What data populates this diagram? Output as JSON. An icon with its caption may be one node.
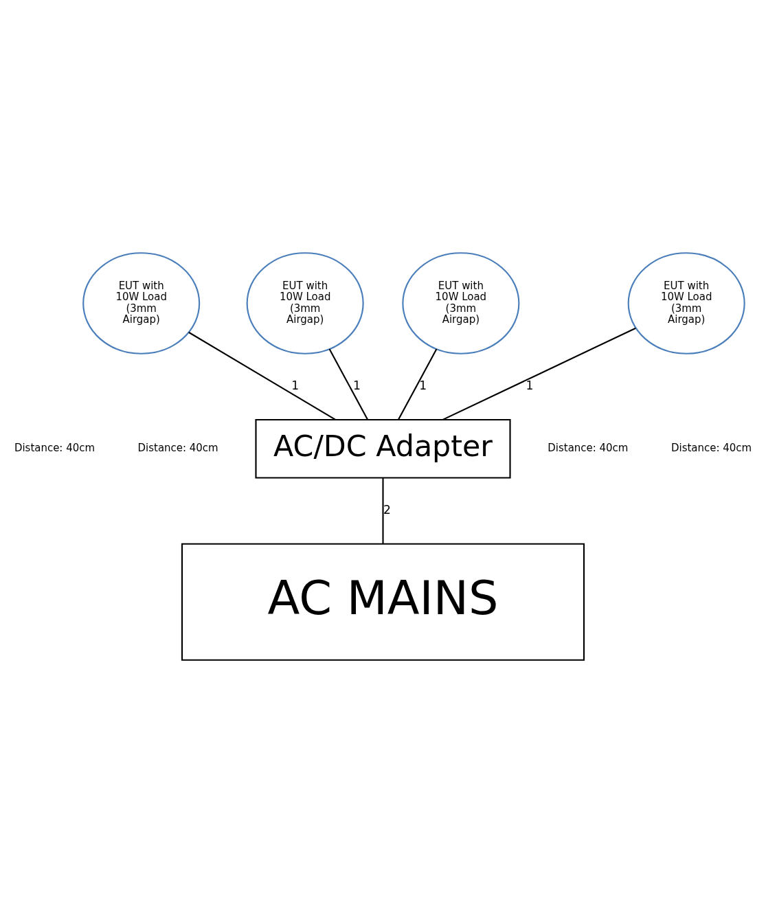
{
  "diagram": {
    "nodes": [
      {
        "text": [
          "EUT with 10W Load (3mm Airgap)"
        ]
      },
      {
        "text": [
          "EUT with 10W Load (3mm Airgap)"
        ]
      },
      {
        "text": [
          "EUT with 10W Load (3mm Airgap)"
        ]
      },
      {
        "text": [
          "EUT with 10W Load (3mm Airgap)"
        ]
      },
      {
        "text": [
          "AC/DC Adapter"
        ]
      },
      {
        "text": [
          "AC MAINS"
        ]
      }
    ],
    "edges": [
      {
        "from": 0,
        "to": 4,
        "arrow": "none",
        "label": "1"
      },
      {
        "from": 2,
        "to": 4,
        "arrow": "none",
        "label": "1"
      },
      {
        "from": 1,
        "to": 4,
        "arrow": "none",
        "label": "1"
      },
      {
        "from": 3,
        "to": 4,
        "arrow": "none",
        "label": "1"
      },
      {
        "from": 4,
        "to": 5,
        "arrow": "none",
        "label": "2"
      }
    ],
    "labels": [
      "Distance: 40cm",
      "Distance: 40cm",
      "Distance: 40cm",
      "Distance: 40cm"
    ]
  }
}
